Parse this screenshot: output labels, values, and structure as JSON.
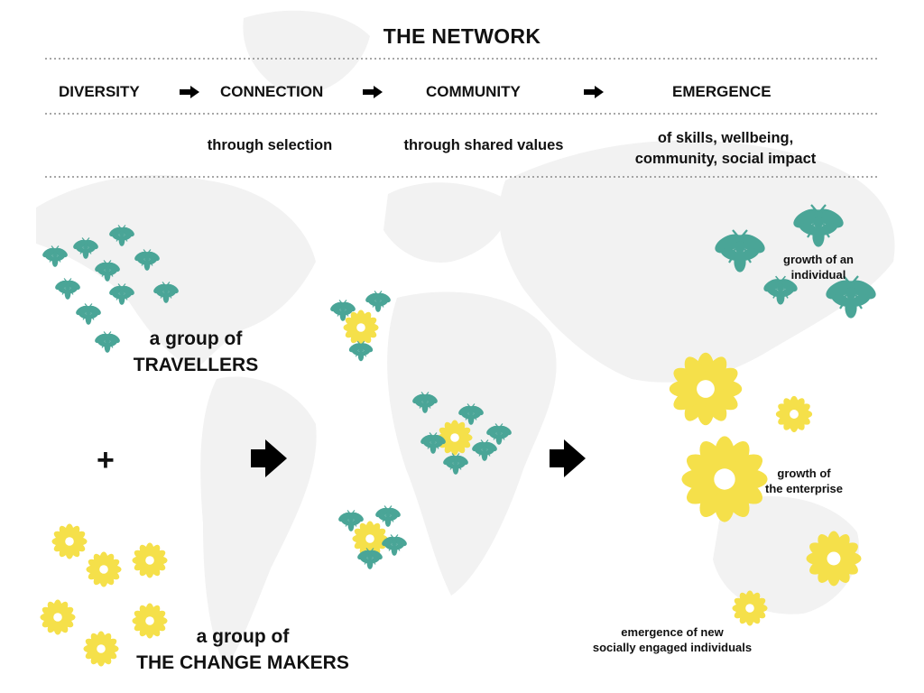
{
  "title": "THE NETWORK",
  "stages": [
    {
      "label": "DIVERSITY",
      "subtitle": ""
    },
    {
      "label": "CONNECTION",
      "subtitle": "through selection"
    },
    {
      "label": "COMMUNITY",
      "subtitle": "through shared values"
    },
    {
      "label": "EMERGENCE",
      "subtitle": "of skills, wellbeing,\ncommunity, social impact"
    }
  ],
  "groups": {
    "travellers": "a group of\nTRAVELLERS",
    "plus": "+",
    "change_makers": "a group of\nTHE CHANGE MAKERS"
  },
  "outcomes": {
    "individual": "growth of an\nindividual",
    "enterprise": "growth of\nthe enterprise",
    "new_individuals": "emergence of new\nsocially engaged individuals"
  },
  "colors": {
    "bee": "#4aa597",
    "flower": "#f5e04a",
    "flower_center": "#ffffff",
    "map": "#f2f2f2",
    "arrow": "#000000",
    "divider": "#8a8a8a"
  },
  "icons": {
    "bee": "bee-icon",
    "flower": "flower-icon",
    "arrow": "right-arrow-icon",
    "map": "world-map"
  }
}
